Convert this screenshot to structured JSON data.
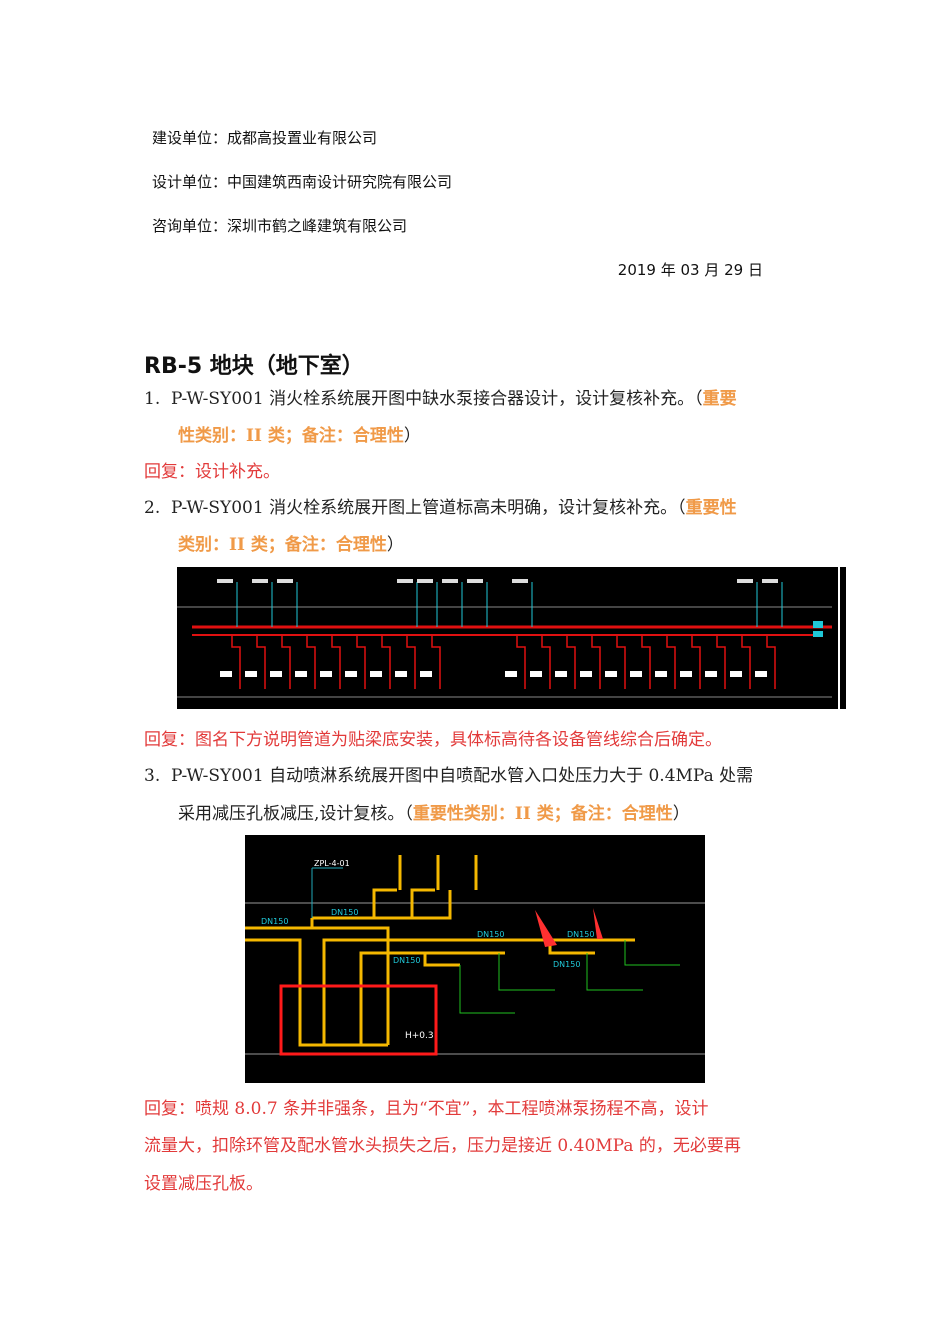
{
  "header": {
    "construction": "建设单位：成都高投置业有限公司",
    "design": "设计单位：中国建筑西南设计研究院有限公司",
    "consult": "咨询单位：深圳市鹤之峰建筑有限公司",
    "date": "2019 年 03 月 29 日"
  },
  "section_title": "RB-5 地块（地下室）",
  "items": [
    {
      "num": "1.",
      "text": "P-W-SY001 消火栓系统展开图中缺水泵接合器设计，设计复核补充。（",
      "tag1": "重要",
      "tag2": "性类别：II 类；备注：合理性",
      "close": "）",
      "reply": "回复：设计补充。"
    },
    {
      "num": "2.",
      "text": "P-W-SY001 消火栓系统展开图上管道标高未明确，设计复核补充。（",
      "tag1": "重要性",
      "tag2": "类别：II 类；备注：合理性",
      "close": "）",
      "reply": "回复：图名下方说明管道为贴梁底安装，具体标高待各设备管线综合后确定。"
    },
    {
      "num": "3.",
      "text": "P-W-SY001 自动喷淋系统展开图中自喷配水管入口处压力大于 0.4MPa 处需",
      "text2": "采用减压孔板减压,设计复核。（",
      "tag1": "重要性类别：II 类；备注：合理性",
      "close": "）",
      "reply": [
        "回复：喷规 8.0.7 条并非强条，且为“不宜”，本工程喷淋泵扬程不高，设计",
        "流量大，扣除环管及配水管水头损失之后，压力是接近 0.40MPa 的，无必要再",
        "设置减压孔板。"
      ]
    }
  ],
  "figure2": {
    "riser": "ZPL-4-01",
    "pipe": "DN150",
    "elev": "H+0.3"
  },
  "colors": {
    "reply": "#e23a3a",
    "tag": "#f09a48",
    "pipe_red": "#e01010",
    "pipe_yellow": "#f5b800",
    "cyan": "#20c8d8"
  }
}
